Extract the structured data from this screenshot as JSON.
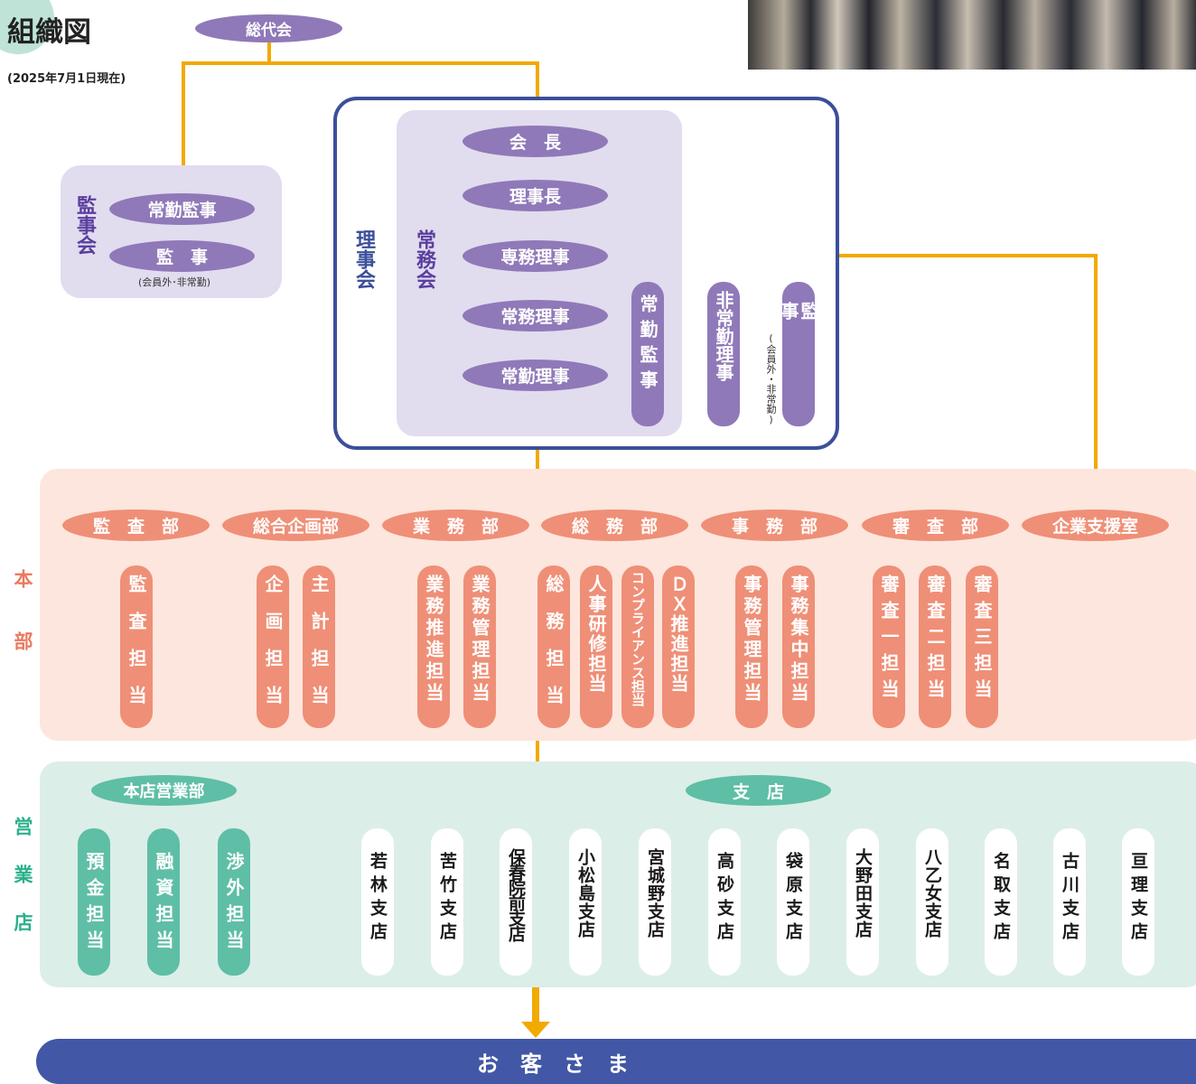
{
  "title": "組織図",
  "date_note": "(2025年7月1日現在)",
  "general_assembly": "総代会",
  "audit_board": {
    "label": "監事会",
    "full_time_auditor": "常勤監事",
    "auditor": "監　事",
    "auditor_note": "(会員外･非常勤)"
  },
  "board": {
    "label": "理事会",
    "standing_label": "常務会",
    "chairman": "会　長",
    "president": "理事長",
    "senior_director": "専務理事",
    "managing_director": "常務理事",
    "full_time_director": "常勤理事",
    "full_time_auditor": "常勤監事",
    "part_time_director": "非常勤理事",
    "auditor": "監事",
    "auditor_note": "(会員外・非常勤)"
  },
  "headquarters": {
    "label": "本部",
    "departments": [
      {
        "name": "監　査　部",
        "teams": [
          "監査担当"
        ]
      },
      {
        "name": "総合企画部",
        "teams": [
          "企画担当",
          "主計担当"
        ]
      },
      {
        "name": "業　務　部",
        "teams": [
          "業務推進担当",
          "業務管理担当"
        ]
      },
      {
        "name": "総　務　部",
        "teams": [
          "総務担当",
          "人事研修担当",
          "コンプライアンス担当",
          "ＤＸ推進担当"
        ]
      },
      {
        "name": "事　務　部",
        "teams": [
          "事務管理担当",
          "事務集中担当"
        ]
      },
      {
        "name": "審　査　部",
        "teams": [
          "審査一担当",
          "審査二担当",
          "審査三担当"
        ]
      }
    ],
    "support_office": "企業支援室"
  },
  "branches_section": {
    "label": "営業店",
    "main_office": {
      "name": "本店営業部",
      "teams": [
        "預金担当",
        "融資担当",
        "渉外担当"
      ]
    },
    "branches_label": "支　店",
    "branches": [
      "若林支店",
      "苦竹支店",
      "保春院前支店",
      "小松島支店",
      "宮城野支店",
      "高砂支店",
      "袋原支店",
      "大野田支店",
      "八乙女支店",
      "名取支店",
      "古川支店",
      "亘理支店"
    ]
  },
  "customers": "お　客　さ　ま",
  "colors": {
    "line": "#f2a900",
    "purple": "#8f79b8",
    "board_frame": "#3b4f9a",
    "salmon": "#ef8f77",
    "teal": "#5fbea6",
    "customer_bar": "#4257a6"
  }
}
